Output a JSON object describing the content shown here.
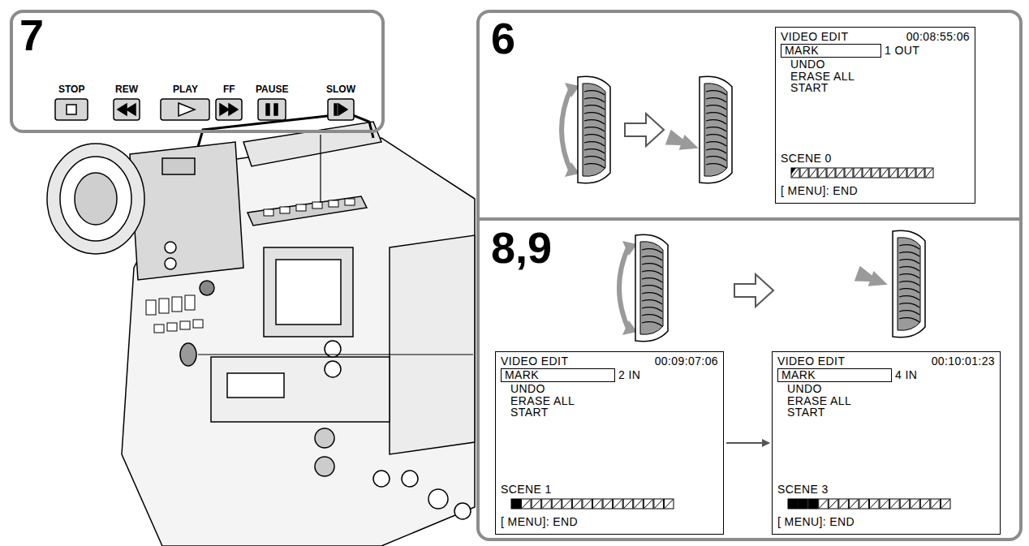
{
  "diagram": {
    "nodes": [
      {
        "text": [
          "7"
        ]
      },
      {
        "text": [
          "6"
        ]
      },
      {
        "text": [
          "VIDEO EDIT",
          "00:08:55:06",
          "MARK",
          "1 OUT",
          "UNDO",
          "ERASE ALL",
          "START",
          "SCENE 0",
          "[ MENU]: END"
        ],
        "in": 1
      },
      {
        "text": [
          "8,9"
        ]
      },
      {
        "text": [
          "VIDEO EDIT",
          "00:09:07:06",
          "MARK",
          "2 IN",
          "UNDO",
          "ERASE ALL",
          "START",
          "SCENE 1",
          "[ MENU]: END"
        ],
        "in": 3
      },
      {
        "text": [
          "VIDEO EDIT",
          "00:10:01:23",
          "MARK",
          "4 IN",
          "UNDO",
          "ERASE ALL",
          "START",
          "SCENE 3",
          "[ MENU]: END"
        ],
        "in": 3
      }
    ],
    "edges": [
      {
        "from": 4,
        "to": 5,
        "arrow": "to"
      }
    ],
    "labels": [
      "STOP",
      "REW",
      "PLAY",
      "FF",
      "PAUSE",
      "SLOW"
    ]
  }
}
